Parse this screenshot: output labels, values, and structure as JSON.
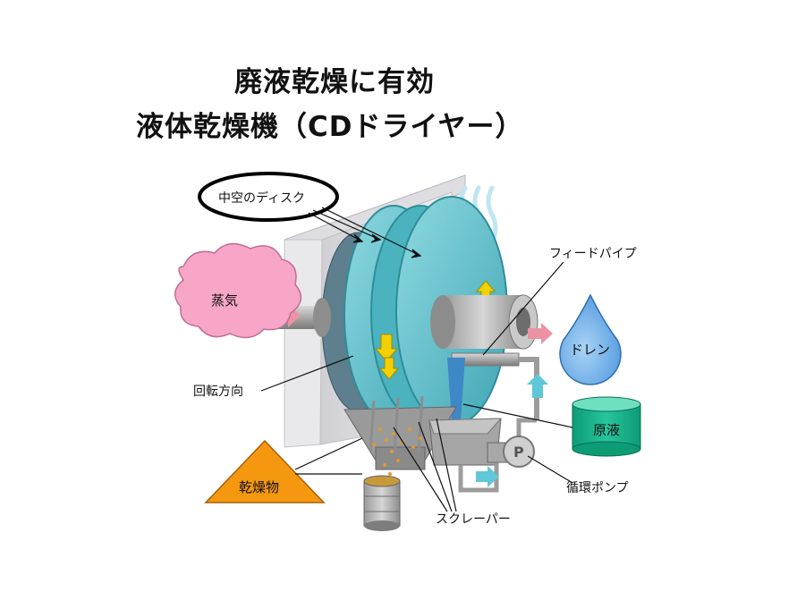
{
  "title": {
    "line1": "廃液乾燥に有効",
    "line2": "液体乾燥機（CDドライヤー）"
  },
  "labels": {
    "hollow_disk": "中空のディスク",
    "steam": "蒸気",
    "rotation": "回転方向",
    "dried_product": "乾燥物",
    "feed_pipe": "フィードパイプ",
    "drain": "ドレン",
    "raw_liquid": "原液",
    "circulation_pump": "循環ポンプ",
    "scraper": "スクレーパー"
  },
  "colors": {
    "steam_cloud": "#f7a6c8",
    "drain_drop": "#6aaee8",
    "raw_liquid_tank": "#18b28a",
    "dried_triangle": "#f5980f",
    "disk": "#63c4cf",
    "arrow_yellow": "#f2d100"
  }
}
